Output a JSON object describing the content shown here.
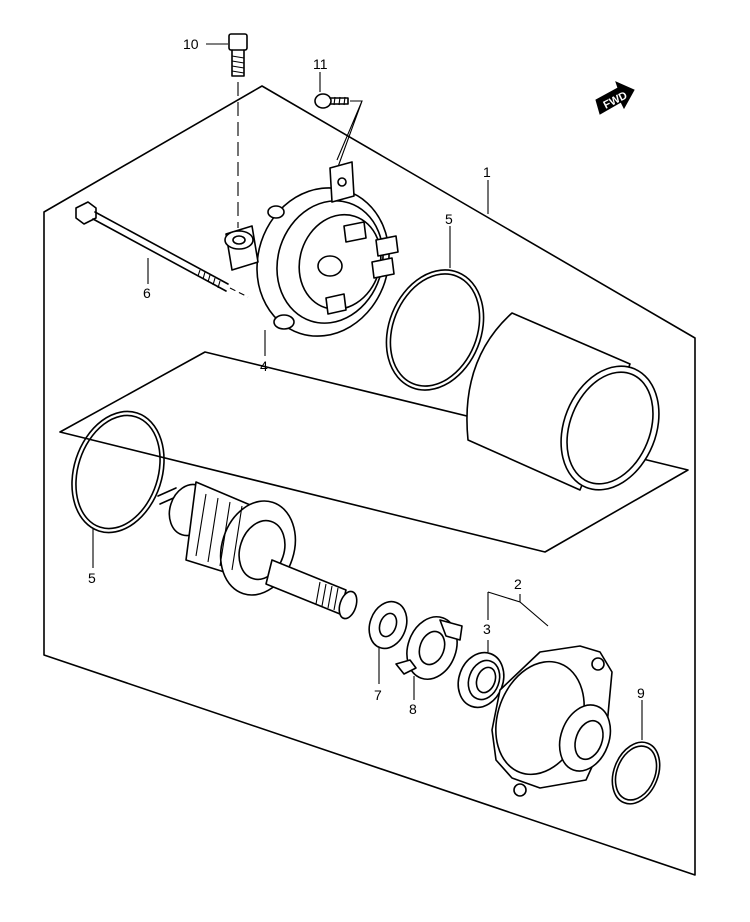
{
  "diagram": {
    "fwd_label": "FWD",
    "callouts": [
      {
        "id": "1",
        "label": "1"
      },
      {
        "id": "2",
        "label": "2"
      },
      {
        "id": "3",
        "label": "3"
      },
      {
        "id": "4",
        "label": "4"
      },
      {
        "id": "5a",
        "label": "5"
      },
      {
        "id": "5b",
        "label": "5"
      },
      {
        "id": "6",
        "label": "6"
      },
      {
        "id": "7",
        "label": "7"
      },
      {
        "id": "8",
        "label": "8"
      },
      {
        "id": "9",
        "label": "9"
      },
      {
        "id": "10",
        "label": "10"
      },
      {
        "id": "11",
        "label": "11"
      }
    ]
  }
}
